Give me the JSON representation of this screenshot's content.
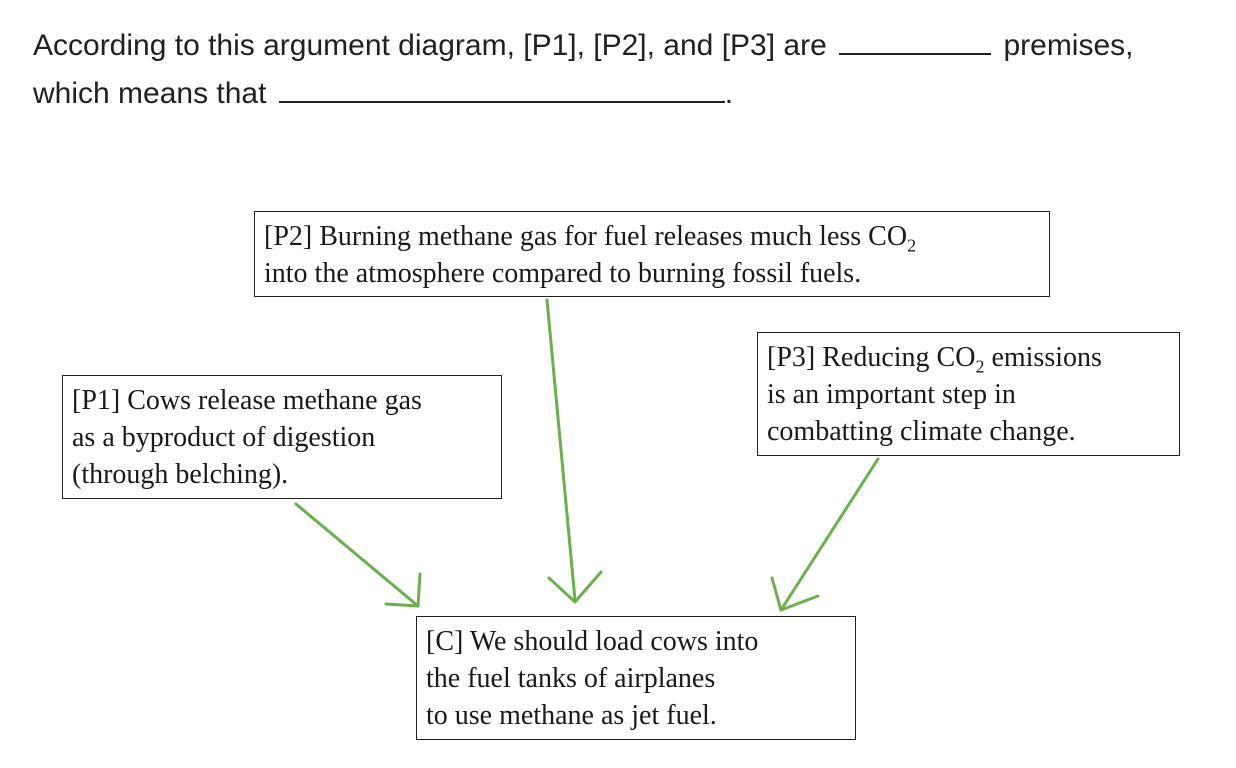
{
  "question": {
    "line1_before": "According to this argument diagram, [P1], [P2], and [P3] are",
    "line1_after": "premises,",
    "line2_before": "which means that",
    "line2_after": "."
  },
  "boxes": {
    "p2": {
      "line1_pre": "[P2] Burning methane gas for fuel releases much less CO",
      "line1_sub": "2",
      "line2": "into the atmosphere compared to burning fossil fuels."
    },
    "p1": {
      "line1": "[P1] Cows release methane gas",
      "line2": "as a byproduct of digestion",
      "line3": "(through belching)."
    },
    "p3": {
      "line1_pre": "[P3] Reducing CO",
      "line1_sub": "2",
      "line1_post": " emissions",
      "line2": "is an important step in",
      "line3": "combatting climate change."
    },
    "c": {
      "line1": "[C] We should load cows into",
      "line2": "the fuel tanks of airplanes",
      "line3": "to use methane as jet fuel."
    }
  },
  "colors": {
    "arrow": "#6ab04c",
    "text": "#202124",
    "border": "#222222"
  }
}
